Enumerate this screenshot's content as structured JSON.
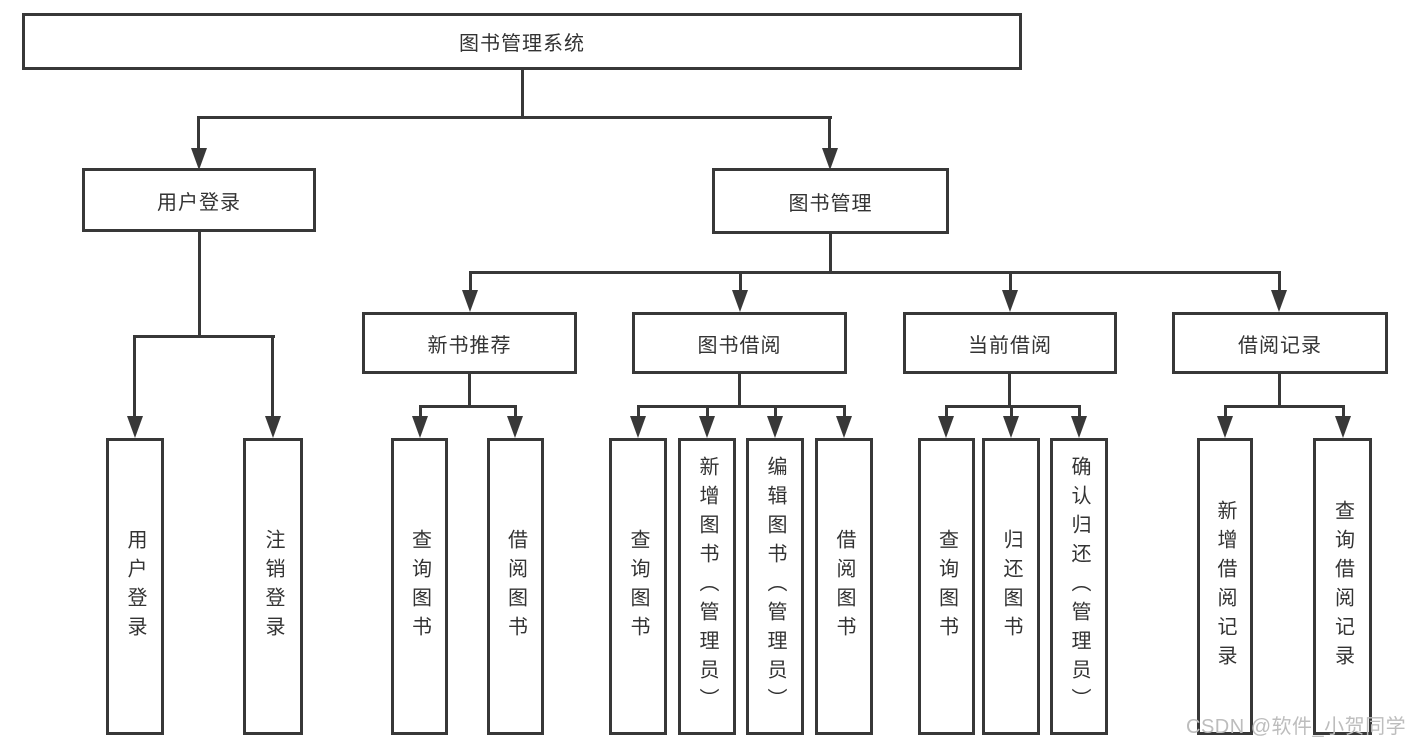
{
  "colors": {
    "line": "#383838",
    "text": "#333333",
    "watermark": "#bdbdbd",
    "node_background": "#ffffff",
    "page_background": "#ffffff"
  },
  "watermark": {
    "text": "CSDN @软件_小贺同学"
  },
  "tree": {
    "root": {
      "label": "图书管理系统"
    },
    "branches": [
      {
        "label": "用户登录",
        "children": [
          {
            "label": "用户登录"
          },
          {
            "label": "注销登录"
          }
        ]
      },
      {
        "label": "图书管理",
        "children": [
          {
            "label": "新书推荐",
            "children": [
              {
                "label": "查询图书"
              },
              {
                "label": "借阅图书"
              }
            ]
          },
          {
            "label": "图书借阅",
            "children": [
              {
                "label": "查询图书"
              },
              {
                "label": "新增图书（管理员）"
              },
              {
                "label": "编辑图书（管理员）"
              },
              {
                "label": "借阅图书"
              }
            ]
          },
          {
            "label": "当前借阅",
            "children": [
              {
                "label": "查询图书"
              },
              {
                "label": "归还图书"
              },
              {
                "label": "确认归还（管理员）"
              }
            ]
          },
          {
            "label": "借阅记录",
            "children": [
              {
                "label": "新增借阅记录"
              },
              {
                "label": "查询借阅记录"
              }
            ]
          }
        ]
      }
    ]
  }
}
